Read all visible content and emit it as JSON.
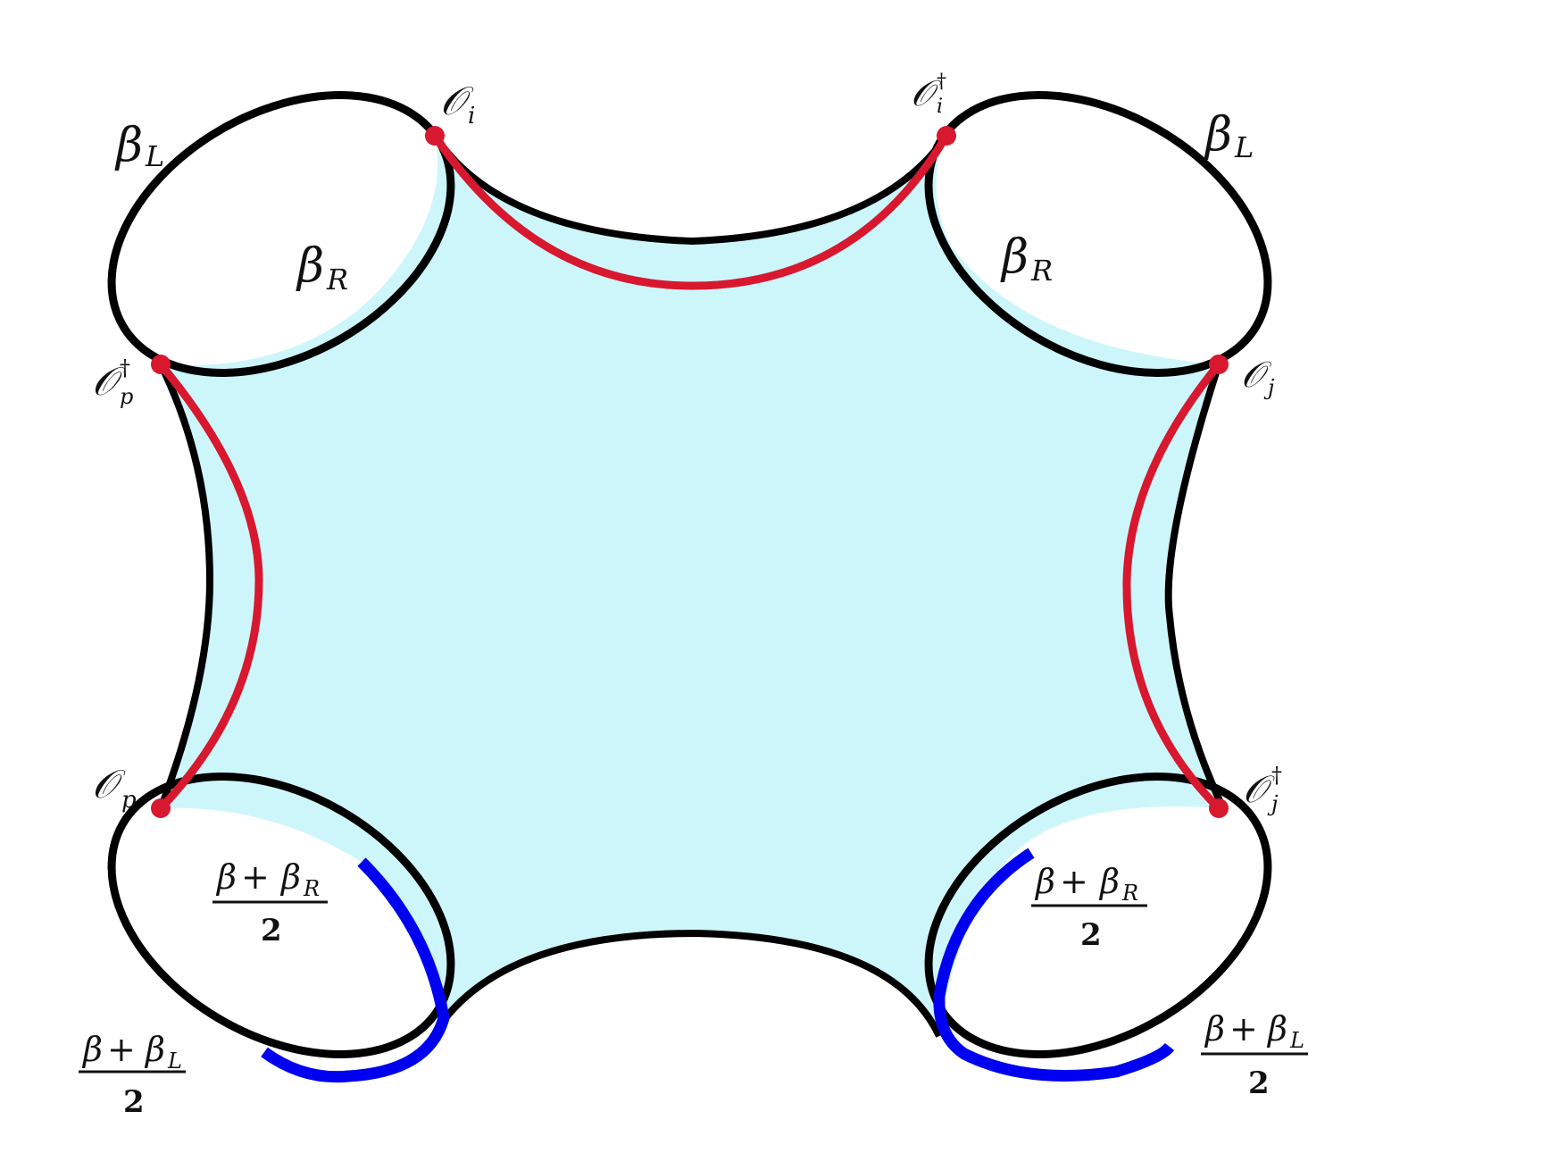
{
  "figure": {
    "colors": {
      "background": "#ffffff",
      "surface_fill": "#cdf6fb",
      "boundary_stroke": "#000000",
      "geodesic_red": "#d7182f",
      "arc_blue": "#0000f0"
    },
    "operators": {
      "top_left": {
        "base": "𝒪",
        "sub": "i",
        "sup": ""
      },
      "top_right": {
        "base": "𝒪",
        "sub": "i",
        "sup": "†"
      },
      "mid_left_upper": {
        "base": "𝒪",
        "sub": "p",
        "sup": "†"
      },
      "mid_left_lower": {
        "base": "𝒪",
        "sub": "p",
        "sup": ""
      },
      "mid_right_upper": {
        "base": "𝒪",
        "sub": "j",
        "sup": ""
      },
      "mid_right_lower": {
        "base": "𝒪",
        "sub": "j",
        "sup": "†"
      }
    },
    "boundary_labels": {
      "tl_outer": {
        "base": "β",
        "sub": "L"
      },
      "tl_inner": {
        "base": "β",
        "sub": "R"
      },
      "tr_outer": {
        "base": "β",
        "sub": "L"
      },
      "tr_inner": {
        "base": "β",
        "sub": "R"
      }
    },
    "fractions": {
      "bl_inner": {
        "num_a": "β",
        "plus": "+",
        "num_b": "β",
        "num_sub": "R",
        "den": "2"
      },
      "bl_outer": {
        "num_a": "β",
        "plus": "+",
        "num_b": "β",
        "num_sub": "L",
        "den": "2"
      },
      "br_inner": {
        "num_a": "β",
        "plus": "+",
        "num_b": "β",
        "num_sub": "R",
        "den": "2"
      },
      "br_outer": {
        "num_a": "β",
        "plus": "+",
        "num_b": "β",
        "num_sub": "L",
        "den": "2"
      }
    }
  }
}
